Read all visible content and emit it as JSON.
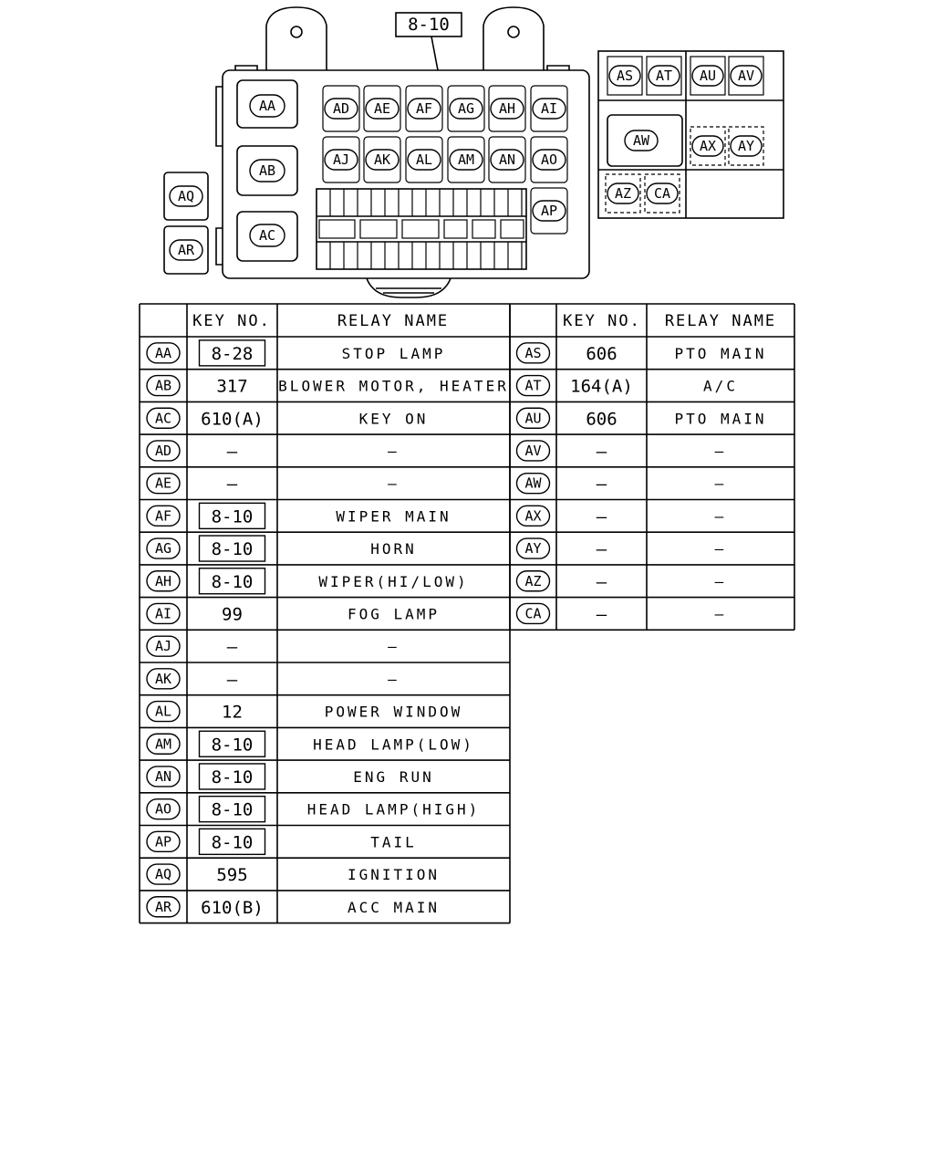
{
  "diagram": {
    "callout": "8-10",
    "main_box": {
      "large": [
        "AA",
        "AB",
        "AC"
      ],
      "row1": [
        "AD",
        "AE",
        "AF",
        "AG",
        "AH",
        "AI"
      ],
      "row2": [
        "AJ",
        "AK",
        "AL",
        "AM",
        "AN",
        "AO"
      ],
      "side": "AP"
    },
    "left_relays": [
      "AQ",
      "AR"
    ],
    "sub_box": {
      "top_left": [
        "AS",
        "AT"
      ],
      "top_right": [
        "AU",
        "AV"
      ],
      "middle": "AW",
      "middle_right": [
        "AX",
        "AY"
      ],
      "bottom_left": [
        "AZ",
        "CA"
      ]
    }
  },
  "tables": {
    "headers": {
      "key": "KEY NO.",
      "name": "RELAY NAME"
    },
    "left": [
      {
        "id": "AA",
        "key": "8-28",
        "boxed": true,
        "name": "STOP LAMP"
      },
      {
        "id": "AB",
        "key": "317",
        "boxed": false,
        "name": "BLOWER MOTOR, HEATER"
      },
      {
        "id": "AC",
        "key": "610(A)",
        "boxed": false,
        "name": "KEY ON"
      },
      {
        "id": "AD",
        "key": "—",
        "boxed": false,
        "name": "—"
      },
      {
        "id": "AE",
        "key": "—",
        "boxed": false,
        "name": "—"
      },
      {
        "id": "AF",
        "key": "8-10",
        "boxed": true,
        "name": "WIPER MAIN"
      },
      {
        "id": "AG",
        "key": "8-10",
        "boxed": true,
        "name": "HORN"
      },
      {
        "id": "AH",
        "key": "8-10",
        "boxed": true,
        "name": "WIPER(HI/LOW)"
      },
      {
        "id": "AI",
        "key": "99",
        "boxed": false,
        "name": "FOG LAMP"
      },
      {
        "id": "AJ",
        "key": "—",
        "boxed": false,
        "name": "—"
      },
      {
        "id": "AK",
        "key": "—",
        "boxed": false,
        "name": "—"
      },
      {
        "id": "AL",
        "key": "12",
        "boxed": false,
        "name": "POWER WINDOW"
      },
      {
        "id": "AM",
        "key": "8-10",
        "boxed": true,
        "name": "HEAD LAMP(LOW)"
      },
      {
        "id": "AN",
        "key": "8-10",
        "boxed": true,
        "name": "ENG RUN"
      },
      {
        "id": "AO",
        "key": "8-10",
        "boxed": true,
        "name": "HEAD LAMP(HIGH)"
      },
      {
        "id": "AP",
        "key": "8-10",
        "boxed": true,
        "name": "TAIL"
      },
      {
        "id": "AQ",
        "key": "595",
        "boxed": false,
        "name": "IGNITION"
      },
      {
        "id": "AR",
        "key": "610(B)",
        "boxed": false,
        "name": "ACC MAIN"
      }
    ],
    "right": [
      {
        "id": "AS",
        "key": "606",
        "name": "PTO MAIN"
      },
      {
        "id": "AT",
        "key": "164(A)",
        "name": "A/C"
      },
      {
        "id": "AU",
        "key": "606",
        "name": "PTO MAIN"
      },
      {
        "id": "AV",
        "key": "—",
        "name": "—"
      },
      {
        "id": "AW",
        "key": "—",
        "name": "—"
      },
      {
        "id": "AX",
        "key": "—",
        "name": "—"
      },
      {
        "id": "AY",
        "key": "—",
        "name": "—"
      },
      {
        "id": "AZ",
        "key": "—",
        "name": "—"
      },
      {
        "id": "CA",
        "key": "—",
        "name": "—"
      }
    ]
  }
}
